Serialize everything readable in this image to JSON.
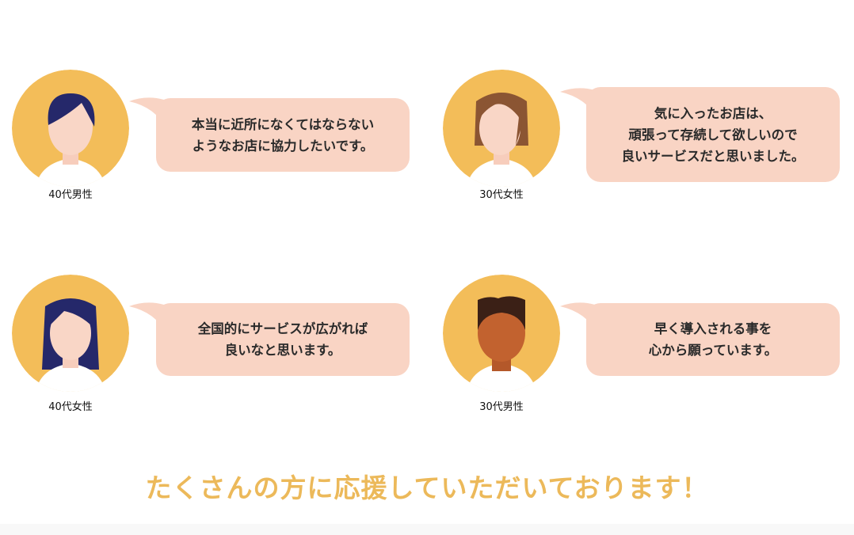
{
  "testimonials": [
    {
      "label": "40代男性",
      "lines": [
        "本当に近所になくてはならない",
        "ようなお店に協力したいです。"
      ]
    },
    {
      "label": "30代女性",
      "lines": [
        "気に入ったお店は、",
        "頑張って存続して欲しいので",
        "良いサービスだと思いました。"
      ]
    },
    {
      "label": "40代女性",
      "lines": [
        "全国的にサービスが広がれば",
        "良いなと思います。"
      ]
    },
    {
      "label": "30代男性",
      "lines": [
        "早く導入される事を",
        "心から願っています。"
      ]
    }
  ],
  "heading": "たくさんの方に応援していただいております！",
  "colors": {
    "avatar_bg": "#f3bd59",
    "bubble": "#f9d4c4",
    "heading": "#ecb95a"
  }
}
